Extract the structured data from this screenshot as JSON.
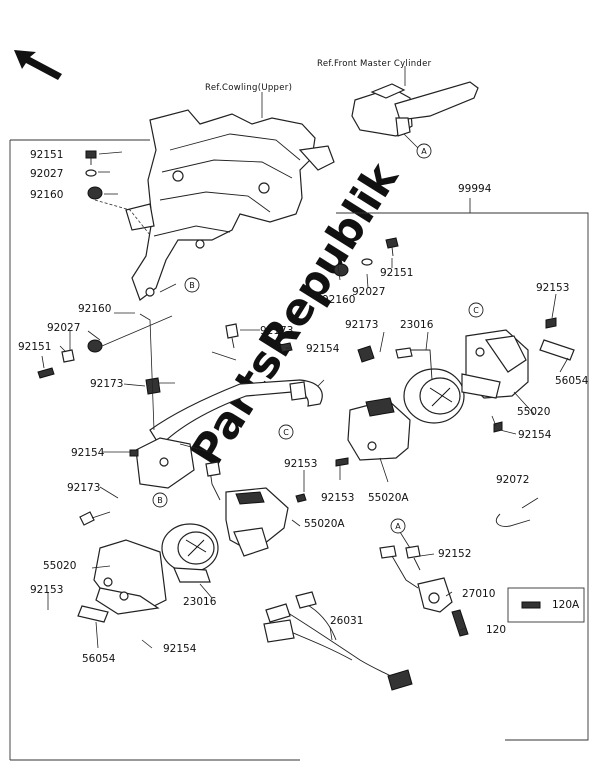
{
  "labels": {
    "ref_master_cylinder": "Ref.Front Master Cylinder",
    "ref_cowling": "Ref.Cowling(Upper)",
    "kit_99994": "99994",
    "p92151_a": "92151",
    "p92027_a": "92027",
    "p92160_a": "92160",
    "p92160_b": "92160",
    "p92027_b": "92027",
    "p92151_b": "92151",
    "p92160_c": "92160",
    "p92027_c": "92027",
    "p92151_c": "92151",
    "p92173_a": "92173",
    "p92173_b": "92173",
    "p92173_c": "92173",
    "p92173_d": "92173",
    "p92154_a": "92154",
    "p92154_b": "92154",
    "p92154_c": "92154",
    "p92154_d": "92154",
    "p92153_a": "92153",
    "p92153_b": "92153",
    "p92153_c": "92153",
    "p92153_d": "92153",
    "p23016_a": "23016",
    "p23016_b": "23016",
    "p56054_a": "56054",
    "p56054_b": "56054",
    "p55020_a": "55020",
    "p55020_b": "55020",
    "p55020A_a": "55020A",
    "p55020A_b": "55020A",
    "p92072": "92072",
    "p92152": "92152",
    "p27010": "27010",
    "p120": "120",
    "p120A": "120A",
    "p26031": "26031"
  },
  "callouts": {
    "a": "A",
    "b": "B",
    "c": "C"
  },
  "watermark": "PartsRepublik"
}
